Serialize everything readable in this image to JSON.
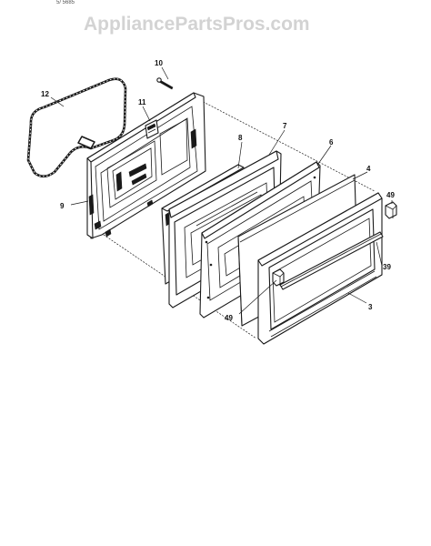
{
  "watermark": "AppliancePartsPros.com",
  "header_code": "5/ 5685",
  "parts": [
    {
      "id": "part-10",
      "number": "10"
    },
    {
      "id": "part-12",
      "number": "12"
    },
    {
      "id": "part-11",
      "number": "11"
    },
    {
      "id": "part-7",
      "number": "7"
    },
    {
      "id": "part-8",
      "number": "8"
    },
    {
      "id": "part-6",
      "number": "6"
    },
    {
      "id": "part-4",
      "number": "4"
    },
    {
      "id": "part-49-top",
      "number": "49"
    },
    {
      "id": "part-9",
      "number": "9"
    },
    {
      "id": "part-39",
      "number": "39"
    },
    {
      "id": "part-49-bottom",
      "number": "49"
    },
    {
      "id": "part-3",
      "number": "3"
    }
  ]
}
